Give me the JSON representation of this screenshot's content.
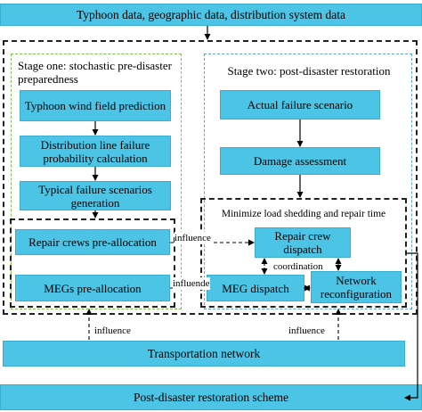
{
  "nodes": {
    "inputs": "Typhoon data, geographic data, distribution system data",
    "wind_field": "Typhoon wind field prediction",
    "failure_prob": "Distribution line failure probability calculation",
    "typical_scenarios": "Typical failure scenarios generation",
    "crews_prealloc": "Repair crews pre-allocation",
    "megs_prealloc": "MEGs pre-allocation",
    "actual_scenario": "Actual failure scenario",
    "damage_assessment": "Damage assessment",
    "crew_dispatch": "Repair crew dispatch",
    "meg_dispatch": "MEG dispatch",
    "network_reconfig": "Network reconfiguration",
    "transportation": "Transportation network",
    "restoration_scheme": "Post-disaster restoration scheme"
  },
  "regions": {
    "stage_one": "Stage one: stochastic pre-disaster preparedness",
    "stage_two": "Stage two: post-disaster restoration",
    "objective": "Minimize load shedding and repair time"
  },
  "edge_labels": {
    "influence_crews": "influence",
    "influence_megs": "influende",
    "coordination": "coordination",
    "influence_left": "influence",
    "influence_right": "influence"
  },
  "colors": {
    "box_fill": "#4bc4e6",
    "stage_one_border": "#7cc34e",
    "stage_two_border": "#5ba4d6"
  }
}
